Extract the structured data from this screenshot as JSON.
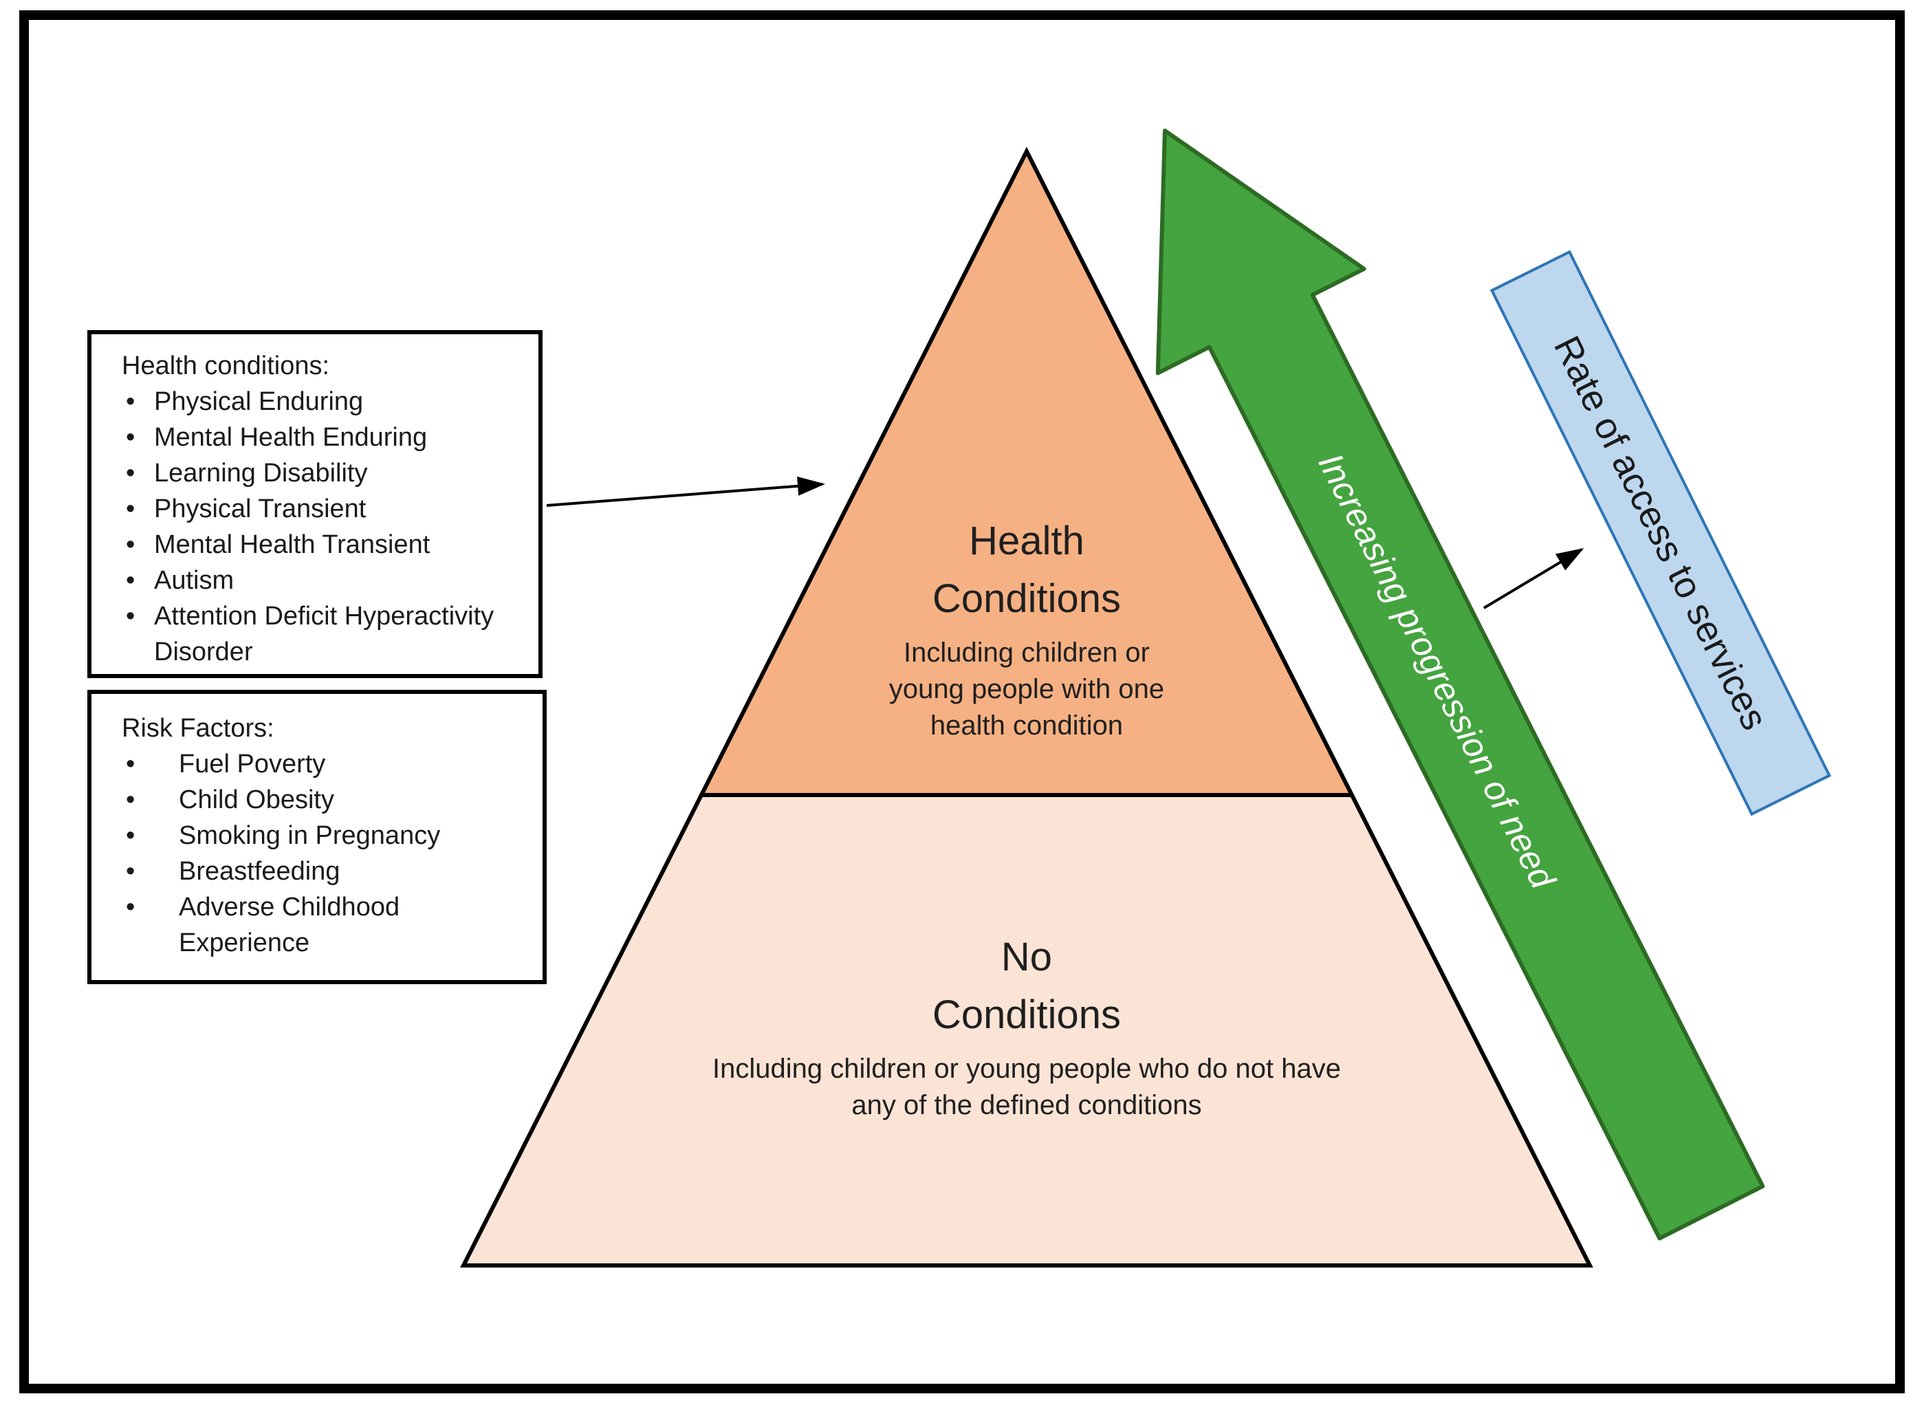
{
  "boxes": {
    "health_conditions": {
      "title": "Health conditions:",
      "items": [
        "Physical Enduring",
        "Mental Health Enduring",
        "Learning Disability",
        "Physical Transient",
        "Mental Health Transient",
        "Autism",
        "Attention Deficit Hyperactivity Disorder"
      ]
    },
    "risk_factors": {
      "title": "Risk Factors:",
      "items": [
        "Fuel Poverty",
        "Child Obesity",
        "Smoking in Pregnancy",
        "Breastfeeding",
        "Adverse Childhood Experience"
      ]
    }
  },
  "pyramid": {
    "top_tier": {
      "title_line1": "Health",
      "title_line2": "Conditions",
      "body_lines": [
        "Including children or",
        "young people with one",
        "health condition"
      ],
      "fill": "#F5B183",
      "outline": "#000000"
    },
    "bottom_tier": {
      "title_line1": "No",
      "title_line2": "Conditions",
      "body_lines": [
        "Including children or young people who do not have",
        "any of the defined conditions"
      ],
      "fill": "#FBE4D5",
      "outline": "#000000"
    }
  },
  "green_arrow": {
    "label": "Increasing progression of need",
    "fill": "#44A43F",
    "stroke": "#2D6B24",
    "text_color": "#FFFFFF"
  },
  "blue_banner": {
    "label": "Rate of access to services",
    "fill": "#BDD7EE",
    "stroke": "#2E75B6",
    "text_color": "#1A1A1A"
  }
}
